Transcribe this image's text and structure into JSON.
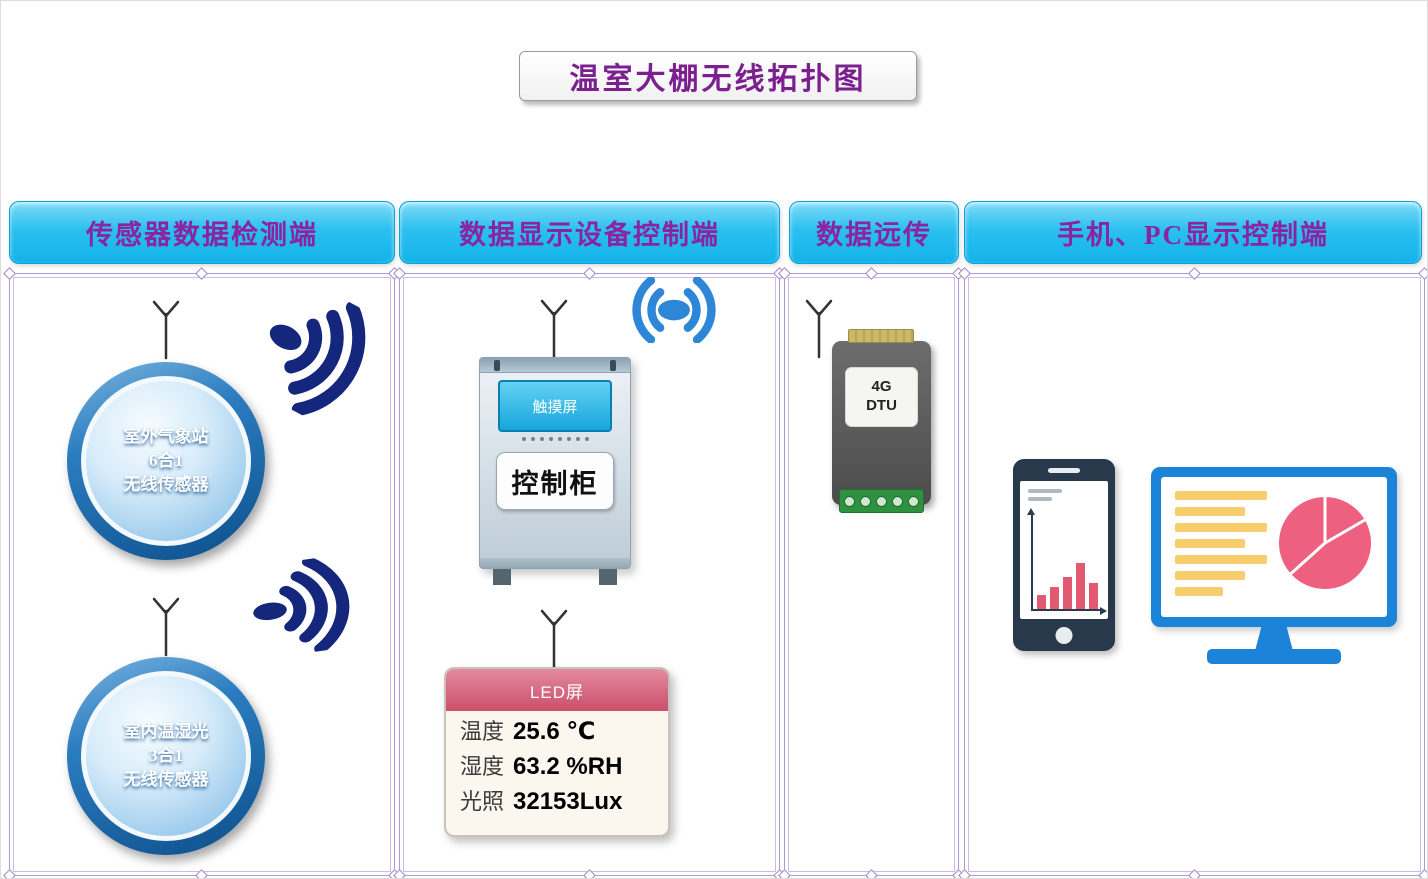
{
  "title": "温室大棚无线拓扑图",
  "columns": [
    {
      "header": "传感器数据检测端"
    },
    {
      "header": "数据显示设备控制端"
    },
    {
      "header": "数据远传"
    },
    {
      "header": "手机、PC显示控制端"
    }
  ],
  "sensors": [
    {
      "line1": "室外气象站",
      "line2": "6合1",
      "line3": "无线传感器"
    },
    {
      "line1": "室内温湿光",
      "line2": "3合1",
      "line3": "无线传感器"
    }
  ],
  "control_cabinet": {
    "touch_screen": "触摸屏",
    "label": "控制柜"
  },
  "dtu": {
    "line1": "4G",
    "line2": "DTU"
  },
  "led_panel": {
    "title": "LED屏",
    "rows": [
      {
        "name": "温度",
        "value": "25.6 ℃"
      },
      {
        "name": "湿度",
        "value": "63.2 %RH"
      },
      {
        "name": "光照",
        "value": "32153Lux"
      }
    ]
  },
  "icons": {
    "antenna": "antenna-mast",
    "radio_waves": "dot-with-three-arcs",
    "wifi": "broadcast-double-arcs",
    "phone": "smartphone-with-bar-chart",
    "monitor": "desktop-monitor-with-pie-chart"
  },
  "colors": {
    "header_bg": "#1cb8ee",
    "header_text": "#8a24a0",
    "title_text": "#7c2090",
    "panel_border": "#b09ad6",
    "wave_navy": "#15277d",
    "wifi_blue": "#2e86d6",
    "sensor_ring_blue": "#0d4f8b",
    "led_header_pink": "#cb4f6b",
    "dtu_green": "#2f9040",
    "bar_pink": "#e25a72",
    "monitor_blue": "#1b84d8",
    "monitor_yellow": "#f7cd6e",
    "pie_pink": "#ee6080"
  }
}
